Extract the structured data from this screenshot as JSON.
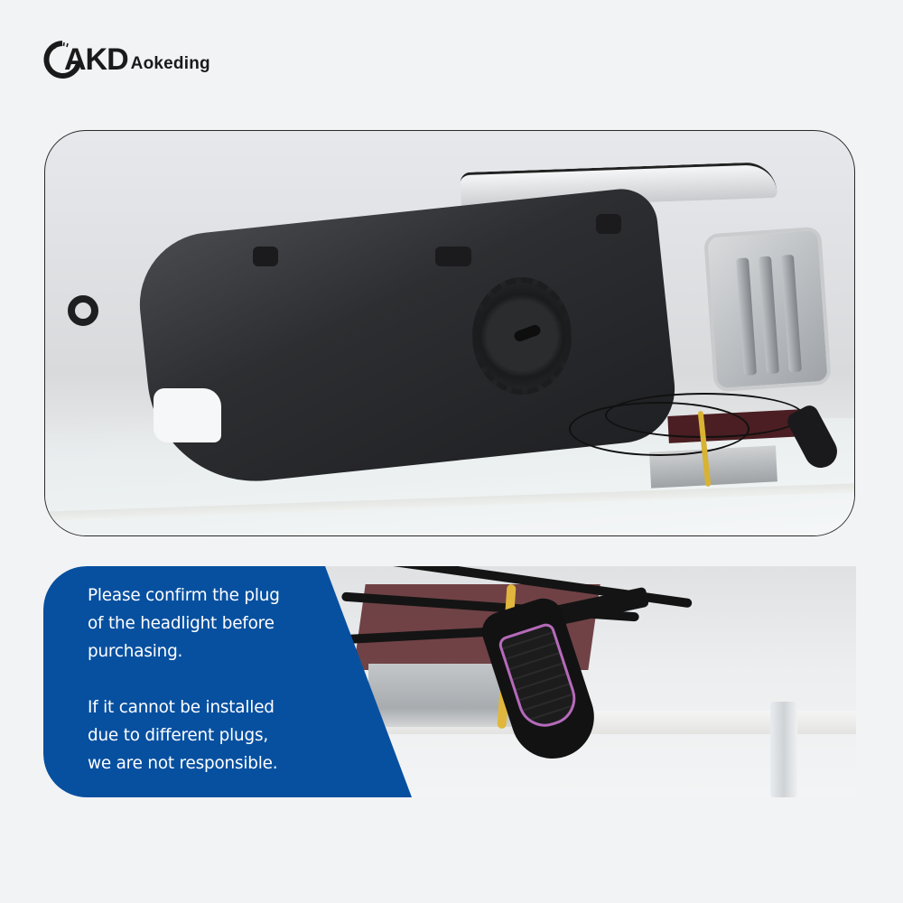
{
  "brand": {
    "logo_mark": "AKD",
    "logo_name": "Aokeding",
    "text_color": "#1a1a1a"
  },
  "top_image": {
    "description": "Rear view of black LED headlight housing with silver heatsink, round access cap, wiring harness and plug on acrylic stand",
    "icon": "headlight-photo"
  },
  "bottom_section": {
    "accent_color": "#0750a0",
    "notice_lines_1": [
      "Please confirm the plug",
      "of the headlight before",
      "purchasing."
    ],
    "notice_lines_2": [
      "If it cannot be installed",
      "due to different plugs,",
      "we are not responsible."
    ],
    "image": {
      "description": "Close-up of multi-pin black connector plug with purple seal, wiring bundle with yellow rubber band",
      "icon": "plug-photo"
    }
  },
  "colors": {
    "background": "#f2f3f5",
    "panel_border": "#2a2a2a",
    "notice_text": "#ffffff"
  }
}
